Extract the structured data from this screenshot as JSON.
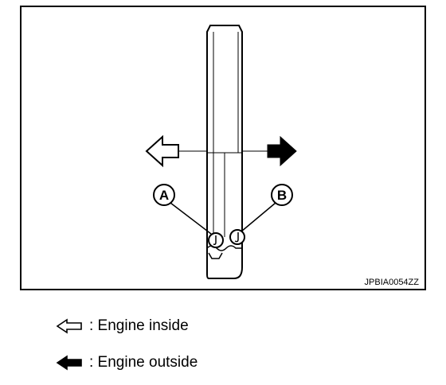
{
  "figure": {
    "code": "JPBIA0054ZZ",
    "callouts": {
      "a": "A",
      "b": "B"
    },
    "arrow_icons": {
      "left": "hollow-arrow-left-icon",
      "right": "solid-arrow-right-icon"
    }
  },
  "legend": [
    {
      "icon": "hollow-arrow-left-icon",
      "symbol": "⇦",
      "label": ": Engine inside"
    },
    {
      "icon": "solid-arrow-left-icon",
      "symbol": "⬅",
      "label": ": Engine outside"
    }
  ]
}
